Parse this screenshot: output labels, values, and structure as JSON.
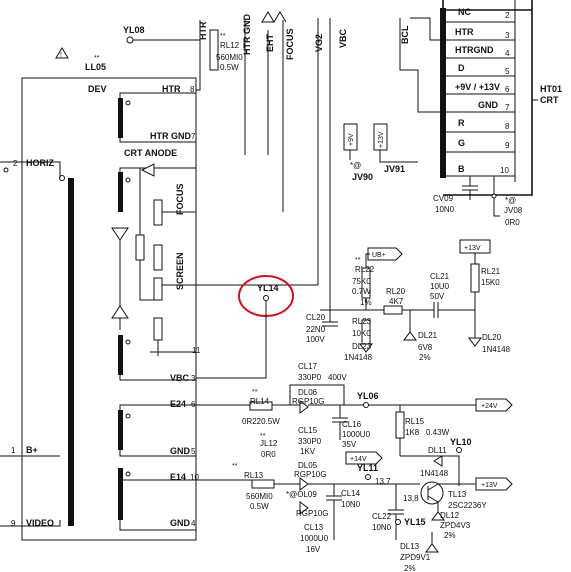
{
  "connector": {
    "name": "HT01",
    "sub": "CRT",
    "pins": [
      {
        "num": "2",
        "label": "NC"
      },
      {
        "num": "3",
        "label": "HTR"
      },
      {
        "num": "4",
        "label": "HTRGND"
      },
      {
        "num": "5",
        "label": "D"
      },
      {
        "num": "6",
        "label": "+9V / +13V"
      },
      {
        "num": "7",
        "label": "GND"
      },
      {
        "num": "8",
        "label": "R"
      },
      {
        "num": "9",
        "label": "G"
      },
      {
        "num": "10",
        "label": "B"
      }
    ]
  },
  "top_nets": [
    "HTR",
    "HTR GND",
    "EHT",
    "FOCUS",
    "VG2",
    "VBC",
    "BCL"
  ],
  "transformer": {
    "name": "DEV",
    "ref": "LL05",
    "pins": [
      {
        "num": "8",
        "label": "HTR"
      },
      {
        "num": "7",
        "label": "HTR GND"
      },
      {
        "label": "CRT ANODE"
      },
      {
        "label": "FOCUS"
      },
      {
        "label": "SCREEN"
      },
      {
        "num": "11",
        "label": ""
      },
      {
        "num": "3",
        "label": "VBC"
      },
      {
        "num": "6",
        "label": "E24"
      },
      {
        "num": "5",
        "label": "GND"
      },
      {
        "num": "10",
        "label": "E14"
      },
      {
        "num": "4",
        "label": "GND"
      }
    ],
    "left_pins": [
      {
        "num": "2",
        "label": "HORIZ"
      },
      {
        "num": "1",
        "label": "B+"
      },
      {
        "num": "9",
        "label": "VIDEO"
      }
    ]
  },
  "highlighted": {
    "ref": "YL14"
  },
  "testpoints": [
    "YL08",
    "YL06",
    "YL10",
    "YL11",
    "YL15"
  ],
  "parts": {
    "rl12": [
      "RL12",
      "560MI0",
      "0.5W"
    ],
    "jv90": "JV90",
    "jv91": "JV91",
    "cv09": [
      "CV09",
      "10N0"
    ],
    "jv08": [
      "JV08",
      "0R0"
    ],
    "rl22": [
      "RL22",
      "75K0",
      "0.7W",
      "1%"
    ],
    "rl23": [
      "RL23",
      "10K0"
    ],
    "rl20": [
      "RL20",
      "4K7"
    ],
    "cl21": [
      "CL21",
      "10U0",
      "50V"
    ],
    "rl21": [
      "RL21",
      "15K0"
    ],
    "cl20": [
      "CL20",
      "22N0",
      "100V"
    ],
    "dl23": [
      "DL23",
      "1N4148"
    ],
    "dl21": [
      "DL21",
      "6V8",
      "2%"
    ],
    "dl20": [
      "DL20",
      "1N4148"
    ],
    "cl17": [
      "CL17",
      "330P0",
      "400V"
    ],
    "rl14": [
      "RL14",
      "0R220.5W"
    ],
    "dl06": [
      "DL06",
      "RGP10G"
    ],
    "jl12": [
      "JL12",
      "0R0"
    ],
    "cl15": [
      "CL15",
      "330P0",
      "1KV"
    ],
    "cl16": [
      "CL16",
      "1000U0",
      "35V"
    ],
    "rl15": [
      "RL15",
      "1K8",
      "0.43W"
    ],
    "dl11": [
      "DL11",
      "1N4148"
    ],
    "dl05": [
      "DL05",
      "RGP10G"
    ],
    "ol09": "*@OL09",
    "rl13": [
      "RL13",
      "560MI0",
      "0.5W"
    ],
    "cl14": [
      "CL14",
      "10N0"
    ],
    "cl22": [
      "CL22",
      "10N0"
    ],
    "cl13": [
      "CL13",
      "1000U0",
      "16V"
    ],
    "tl13": [
      "TL13",
      "2SC2236Y"
    ],
    "dl12": [
      "DL12",
      "ZPD4V3",
      "2%"
    ],
    "dl13": [
      "DL13",
      "ZPD9V1",
      "2%"
    ]
  },
  "rails": {
    "p9v": "+9V",
    "p13v_top": "+13V",
    "ub": "UB+",
    "p13v_mid": "+13V",
    "p24v": "+24V",
    "p14v": "+14V",
    "p13v_out": "+13V"
  },
  "voltages": [
    "13,7",
    "13,8"
  ],
  "marks": {
    "star": "**",
    "star_at": "*@",
    "warn": "!"
  }
}
